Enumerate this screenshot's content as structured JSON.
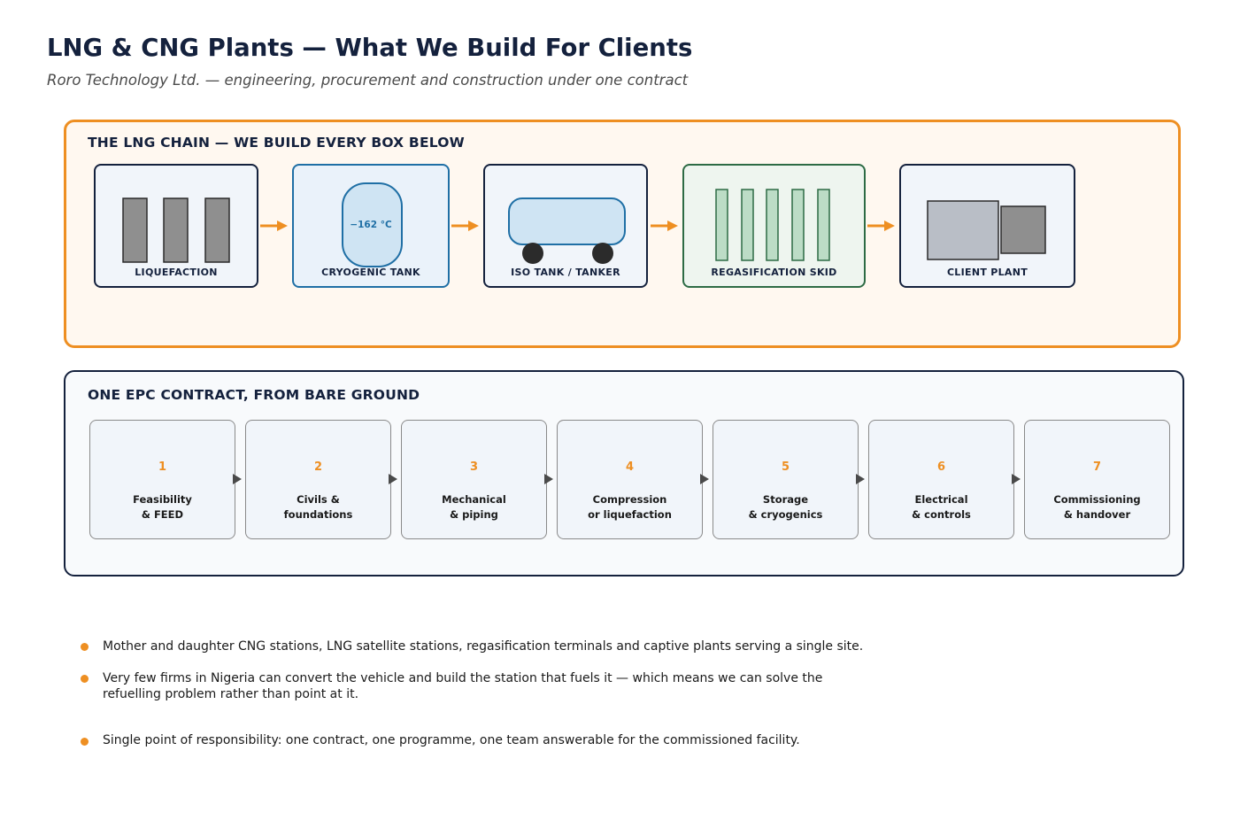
{
  "header": {
    "title": "LNG & CNG Plants — What We Build For Clients",
    "subtitle": "Roro Technology Ltd. — engineering, procurement and construction under one contract"
  },
  "chain": {
    "heading": "THE LNG CHAIN — WE BUILD EVERY BOX BELOW",
    "boxes": [
      {
        "label": "LIQUEFACTION",
        "icon": "liquefaction-columns-icon"
      },
      {
        "label": "CRYOGENIC TANK",
        "icon": "cryogenic-tank-icon",
        "temperature": "−162 °C"
      },
      {
        "label": "ISO TANK / TANKER",
        "icon": "tanker-icon"
      },
      {
        "label": "REGASIFICATION SKID",
        "icon": "regasification-fins-icon"
      },
      {
        "label": "CLIENT PLANT",
        "icon": "factory-buildings-icon"
      }
    ],
    "colors": {
      "accent": "#ee8f22",
      "navy": "#14213d",
      "blue": "#1f6fa5",
      "green": "#2d6b45"
    }
  },
  "epc": {
    "heading": "ONE EPC CONTRACT, FROM BARE GROUND",
    "steps": [
      {
        "number": "1",
        "line1": "Feasibility",
        "line2": "& FEED"
      },
      {
        "number": "2",
        "line1": "Civils &",
        "line2": "foundations"
      },
      {
        "number": "3",
        "line1": "Mechanical",
        "line2": "& piping"
      },
      {
        "number": "4",
        "line1": "Compression",
        "line2": "or liquefaction"
      },
      {
        "number": "5",
        "line1": "Storage",
        "line2": "& cryogenics"
      },
      {
        "number": "6",
        "line1": "Electrical",
        "line2": "& controls"
      },
      {
        "number": "7",
        "line1": "Commissioning",
        "line2": "& handover"
      }
    ]
  },
  "bullets": [
    {
      "text": "Mother and daughter CNG stations, LNG satellite stations, regasification terminals and captive plants serving a single site."
    },
    {
      "line1": "Very few firms in Nigeria can convert the vehicle and build the station that fuels it — which means we can solve the",
      "line2": "refuelling problem rather than point at it."
    },
    {
      "text": "Single point of responsibility: one contract, one programme, one team answerable for the commissioned facility."
    }
  ]
}
